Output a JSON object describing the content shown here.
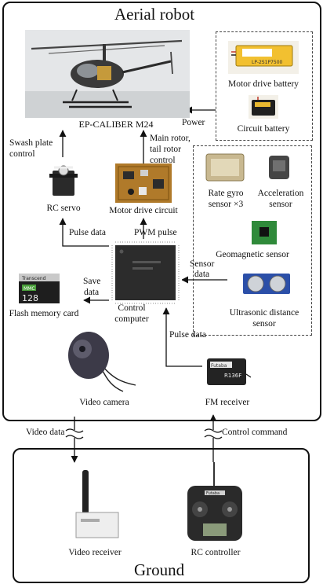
{
  "titles": {
    "aerial": "Aerial robot",
    "ground": "Ground"
  },
  "components": {
    "helicopter": "EP-CALIBER M24",
    "motor_battery": "Motor drive battery",
    "circuit_battery": "Circuit battery",
    "rc_servo": "RC servo",
    "motor_drive_circuit": "Motor drive circuit",
    "rate_gyro": [
      "Rate gyro",
      "sensor ×3"
    ],
    "acceleration": [
      "Acceleration",
      "sensor"
    ],
    "geomagnetic": "Geomagnetic sensor",
    "ultrasonic": [
      "Ultrasonic distance",
      "sensor"
    ],
    "flash_card": "Flash memory card",
    "control_computer": [
      "Control",
      "computer"
    ],
    "video_camera": "Video camera",
    "fm_receiver": "FM receiver",
    "video_receiver": "Video receiver",
    "rc_controller": "RC controller"
  },
  "signals": {
    "power": "Power",
    "swash": [
      "Swash plate",
      "control"
    ],
    "main_rotor": [
      "Main rotor,",
      "tail rotor",
      "control"
    ],
    "pulse_data_left": "Pulse data",
    "pwm_pulse": "PWM pulse",
    "sensor_data": [
      "Sensor",
      "data"
    ],
    "save_data": [
      "Save",
      "data"
    ],
    "pulse_data_fm": "Pulse data",
    "video_data": "Video data",
    "control_command": "Control command"
  },
  "photo_text": {
    "battery_label": "LP-2S1P7500",
    "flash_brand": "Transcend",
    "flash_type": "MMC",
    "flash_size": "128",
    "receiver_brand": "Futaba",
    "receiver_model": "R136F",
    "rc_brand": "Futaba"
  },
  "colors": {
    "line": "#111111",
    "dashed": "#444444",
    "pcb": "#b07a2a",
    "chip": "#2c2c2c"
  }
}
